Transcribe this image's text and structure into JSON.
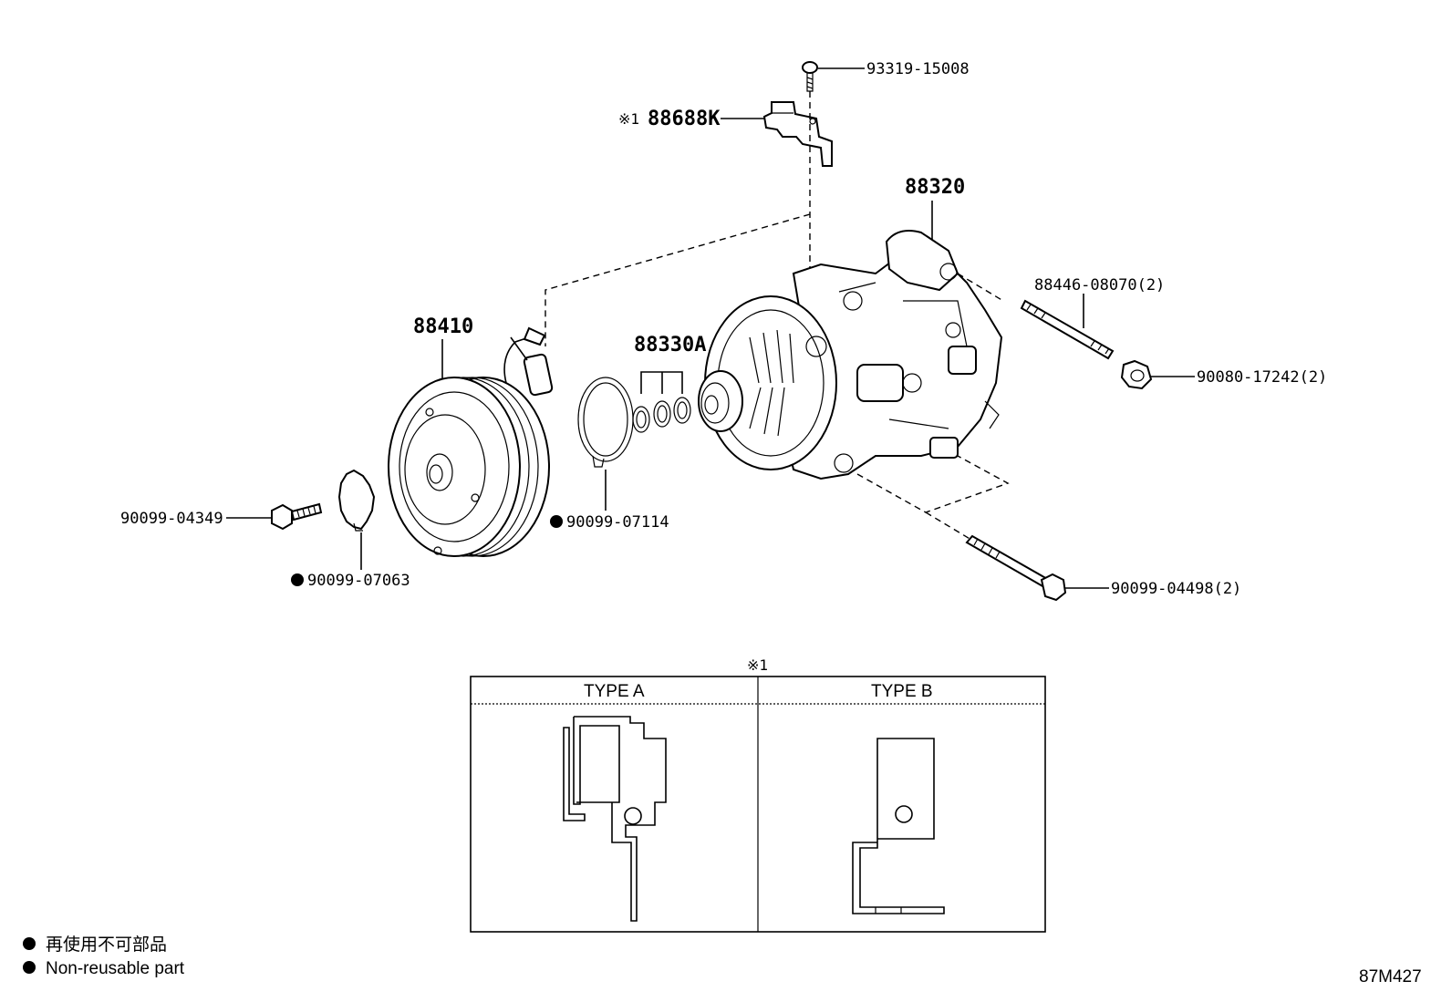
{
  "labels": {
    "screw_top": "93319-15008",
    "bracket_ref_mark": "※1",
    "bracket": "88688K",
    "compressor": "88320",
    "stud": "88446-08070(2)",
    "nut": "90080-17242(2)",
    "clutch": "88410",
    "shims": "88330A",
    "snap_ring_a": "90099-07114",
    "bolt_left": "90099-04349",
    "snap_ring_b": "90099-07063",
    "bolt_bottom": "90099-04498(2)"
  },
  "detail": {
    "ref_mark": "※1",
    "type_a": "TYPE A",
    "type_b": "TYPE B"
  },
  "legend": {
    "line_jp": "再使用不可部品",
    "line_en": "Non-reusable part"
  },
  "figure_id": "87M427",
  "icons": [
    "bullet-icon"
  ]
}
